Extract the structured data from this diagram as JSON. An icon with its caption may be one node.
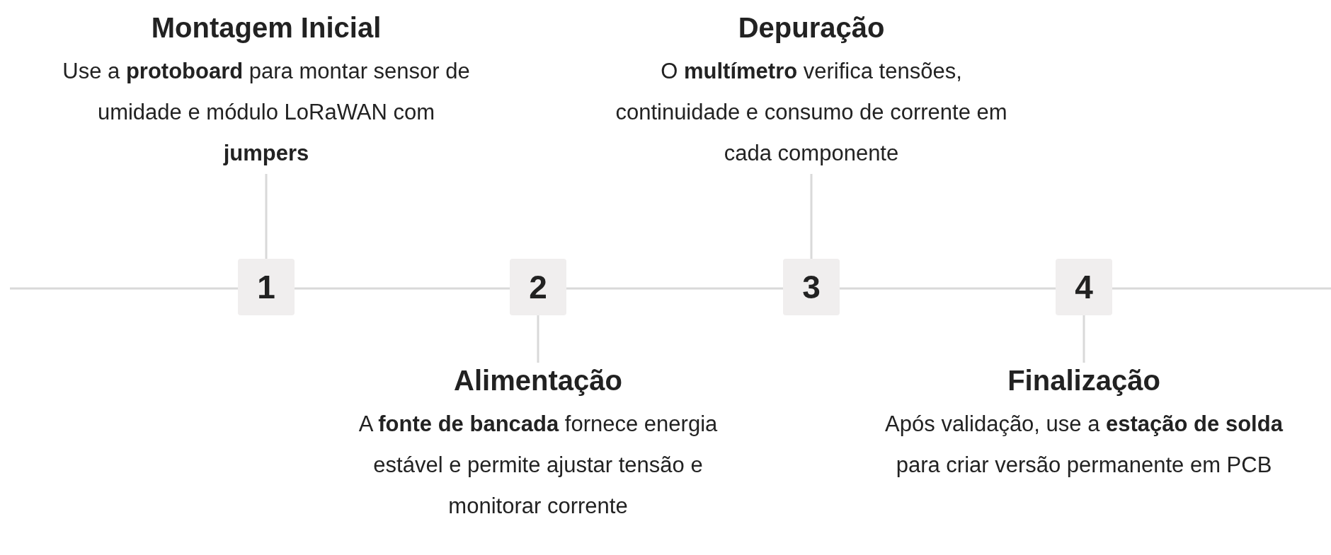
{
  "diagram": {
    "nodes": [
      {
        "text": [
          "Montagem Inicial",
          "Use a **protoboard** para montar sensor de umidade e módulo LoRaWAN com **jumpers**"
        ]
      },
      {
        "text": [
          "Depuração",
          "O **multímetro** verifica tensões, continuidade e consumo de corrente em cada componente"
        ]
      },
      {
        "text": [
          "1"
        ]
      },
      {
        "text": [
          "2"
        ]
      },
      {
        "text": [
          "3"
        ]
      },
      {
        "text": [
          "4"
        ]
      },
      {
        "text": [
          "Alimentação",
          "A **fonte de bancada** fornece energia estável e permite ajustar tensão e monitorar corrente"
        ]
      },
      {
        "text": [
          "Finalização",
          "Após validação, use a **estação de solda** para criar versão permanente em PCB"
        ]
      }
    ],
    "edges": [
      {
        "from": null,
        "to": 2,
        "arrow": "none"
      },
      {
        "from": 2,
        "to": 3,
        "arrow": "none"
      },
      {
        "from": 3,
        "to": 4,
        "arrow": "none"
      },
      {
        "from": 4,
        "to": 5,
        "arrow": "none"
      },
      {
        "from": 5,
        "to": null,
        "arrow": "none"
      },
      {
        "from": 0,
        "to": 2,
        "arrow": "none"
      },
      {
        "from": 3,
        "to": 6,
        "arrow": "none"
      },
      {
        "from": 1,
        "to": 4,
        "arrow": "none"
      },
      {
        "from": 5,
        "to": 7,
        "arrow": "none"
      }
    ]
  }
}
